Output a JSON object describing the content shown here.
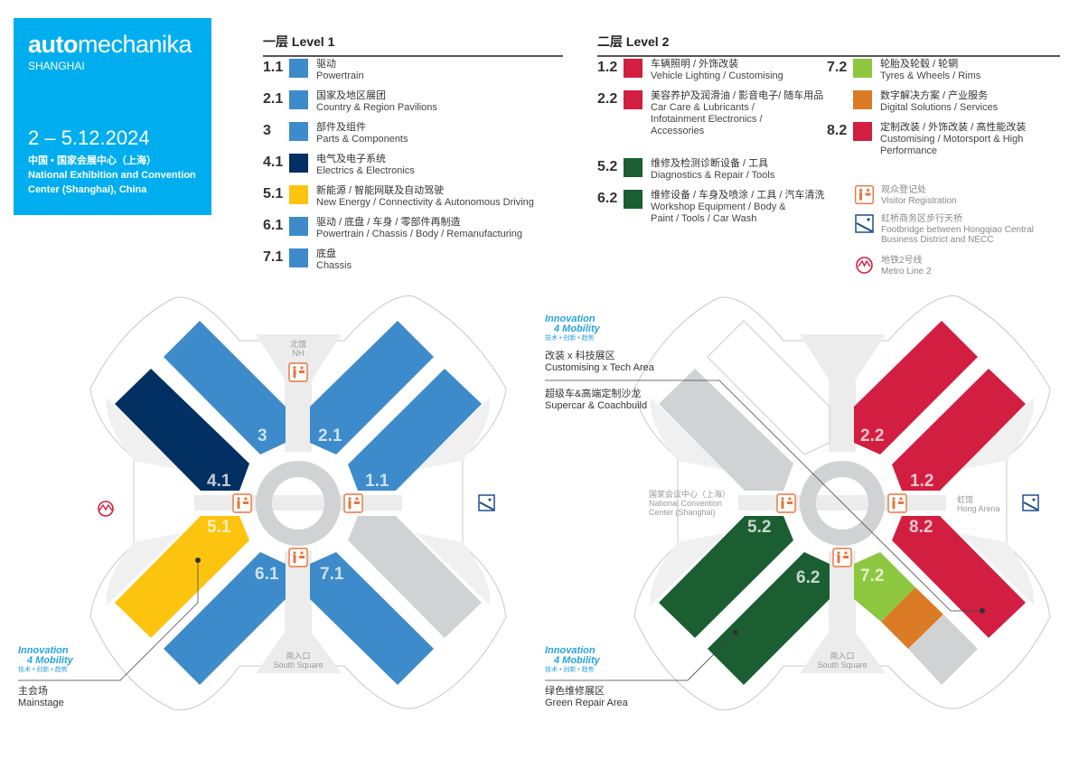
{
  "brand": {
    "logo_bold": "auto",
    "logo_rest": "mechanika",
    "city": "SHANGHAI",
    "date": "2 – 5.12.2024",
    "venue_cn": "中国 • 国家会展中心（上海）",
    "venue_en_1": "National Exhibition and Convention",
    "venue_en_2": "Center (Shanghai), China"
  },
  "colors": {
    "brand": "#00aeef",
    "blue": "#3d8bca",
    "navy": "#023062",
    "yellow": "#fdc40f",
    "red": "#d21e40",
    "green": "#1b5e31",
    "lime": "#8dc63f",
    "orange": "#dc7b26",
    "gray": "#d1d2d4"
  },
  "level1": {
    "title": "一层 Level 1",
    "items": [
      {
        "code": "1.1",
        "cn": "驱动",
        "en": "Powertrain",
        "color": "#3d8bca"
      },
      {
        "code": "2.1",
        "cn": "国家及地区展团",
        "en": "Country & Region Pavilions",
        "color": "#3d8bca"
      },
      {
        "code": "3",
        "cn": "部件及组件",
        "en": "Parts & Components",
        "color": "#3d8bca"
      },
      {
        "code": "4.1",
        "cn": "电气及电子系统",
        "en": "Electrics & Electronics",
        "color": "#023062"
      },
      {
        "code": "5.1",
        "cn": "新能源 / 智能网联及自动驾驶",
        "en": "New Energy / Connectivity & Autonomous Driving",
        "color": "#fdc40f"
      },
      {
        "code": "6.1",
        "cn": "驱动 / 底盘 / 车身 / 零部件再制造",
        "en": "Powertrain / Chassis / Body / Remanufacturing",
        "color": "#3d8bca"
      },
      {
        "code": "7.1",
        "cn": "底盘",
        "en": "Chassis",
        "color": "#3d8bca"
      }
    ]
  },
  "level2": {
    "title": "二层 Level 2",
    "items": [
      {
        "code": "1.2",
        "cn": "车辆照明 / 外饰改装",
        "en": "Vehicle Lighting / Customising",
        "color": "#d21e40"
      },
      {
        "code": "2.2",
        "cn": "美容养护及润滑油 / 影音电子/ 随车用品",
        "en": "Car Care & Lubricants / Infotainment Electronics / Accessories",
        "color": "#d21e40"
      },
      {
        "code": "5.2",
        "cn": "维修及检测诊断设备 / 工具",
        "en": "Diagnostics & Repair / Tools",
        "color": "#1b5e31"
      },
      {
        "code": "6.2",
        "cn": "维修设备 / 车身及喷涂 / 工具 / 汽车清洗",
        "en": "Workshop Equipment / Body & Paint / Tools / Car Wash",
        "color": "#1b5e31"
      },
      {
        "code": "7.2",
        "cn": "轮胎及轮毂 / 轮辋",
        "en": "Tyres & Wheels / Rims",
        "color": "#8dc63f"
      },
      {
        "code": "",
        "cn": "数字解决方案 / 产业服务",
        "en": "Digital Solutions / Services",
        "color": "#dc7b26"
      },
      {
        "code": "8.2",
        "cn": "定制改装 / 外饰改装 / 高性能改装",
        "en": "Customising / Motorsport & High Performance",
        "color": "#d21e40"
      }
    ]
  },
  "icons": [
    {
      "icon": "escalator-icon",
      "cn": "观众登记处",
      "en": "Visitor Registration"
    },
    {
      "icon": "footbridge-icon",
      "cn": "虹桥商务区步行天桥",
      "en": "Footbridge between Hongqiao Central Business District and NECC"
    },
    {
      "icon": "metro-icon",
      "cn": "地铁2号线",
      "en": "Metro Line 2"
    }
  ],
  "map1": {
    "north_cn": "北馆",
    "north_en": "NH",
    "south_cn": "南入口",
    "south_en": "South Square",
    "halls": [
      "3",
      "4.1",
      "2.1",
      "1.1",
      "5.1",
      "6.1",
      "7.1"
    ],
    "innovation": "Innovation",
    "mobility": "4 Mobility",
    "inno_cn": "技术 • 创新 • 趋势",
    "stage_cn": "主会场",
    "stage_en": "Mainstage"
  },
  "map2": {
    "south_cn": "南入口",
    "south_en": "South Square",
    "ncc_cn": "国家会议中心（上海）",
    "ncc_en1": "National Convention",
    "ncc_en2": "Center (Shanghai)",
    "hong_cn": "虹馆",
    "hong_en": "Hong Arena",
    "halls": [
      "2.2",
      "1.2",
      "5.2",
      "6.2",
      "7.2",
      "8.2"
    ],
    "innovation": "Innovation",
    "mobility": "4 Mobility",
    "inno_cn": "技术 • 创新 • 趋势",
    "tech_cn": "改装 x 科技展区",
    "tech_en": "Customising x Tech Area",
    "super_cn": "超级车&高端定制沙龙",
    "super_en": "Supercar & Coachbuild",
    "green_cn": "绿色维修展区",
    "green_en": "Green Repair Area"
  }
}
